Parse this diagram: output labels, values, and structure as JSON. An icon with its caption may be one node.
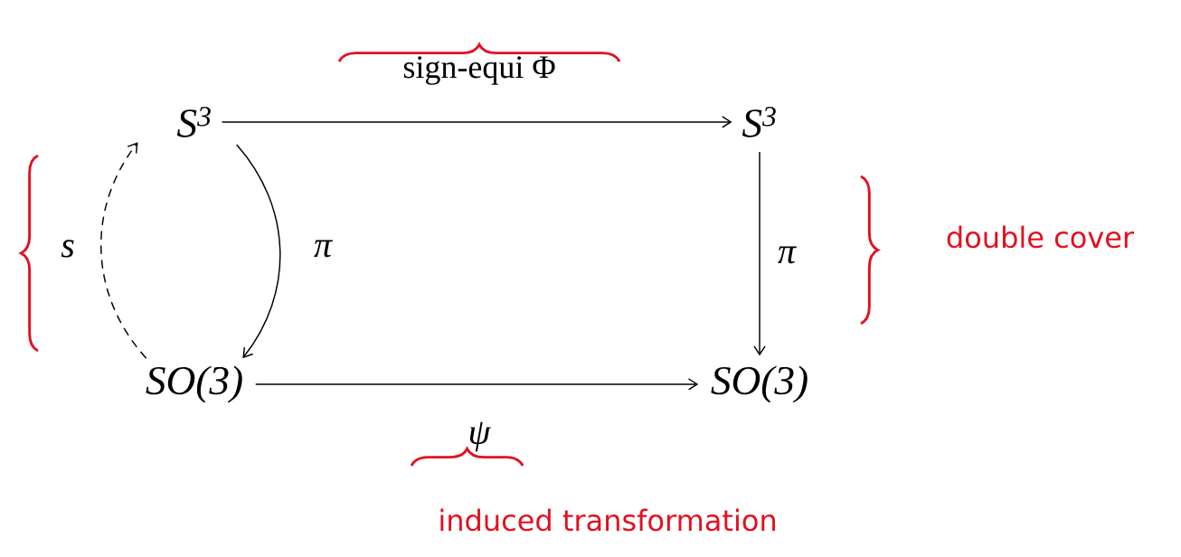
{
  "diagram": {
    "nodes": [
      {
        "text": [
          "S$^{3}$"
        ]
      },
      {
        "text": [
          "S$^{3}$"
        ]
      },
      {
        "text": [
          "SO(3)"
        ]
      },
      {
        "text": [
          "SO(3)"
        ]
      }
    ],
    "edges": [
      {
        "from": 0,
        "to": 1,
        "arrow": "to",
        "label": "sign-equi Φ"
      },
      {
        "from": 0,
        "to": 2,
        "arrow": "to",
        "label": "π"
      },
      {
        "from": 2,
        "to": 0,
        "arrow": "to",
        "label": "s",
        "style": "dashed"
      },
      {
        "from": 1,
        "to": 3,
        "arrow": "to",
        "label": "π"
      },
      {
        "from": 2,
        "to": 3,
        "arrow": "to",
        "label": "ψ"
      }
    ],
    "labels": [
      "double cover",
      "induced transformation"
    ]
  }
}
